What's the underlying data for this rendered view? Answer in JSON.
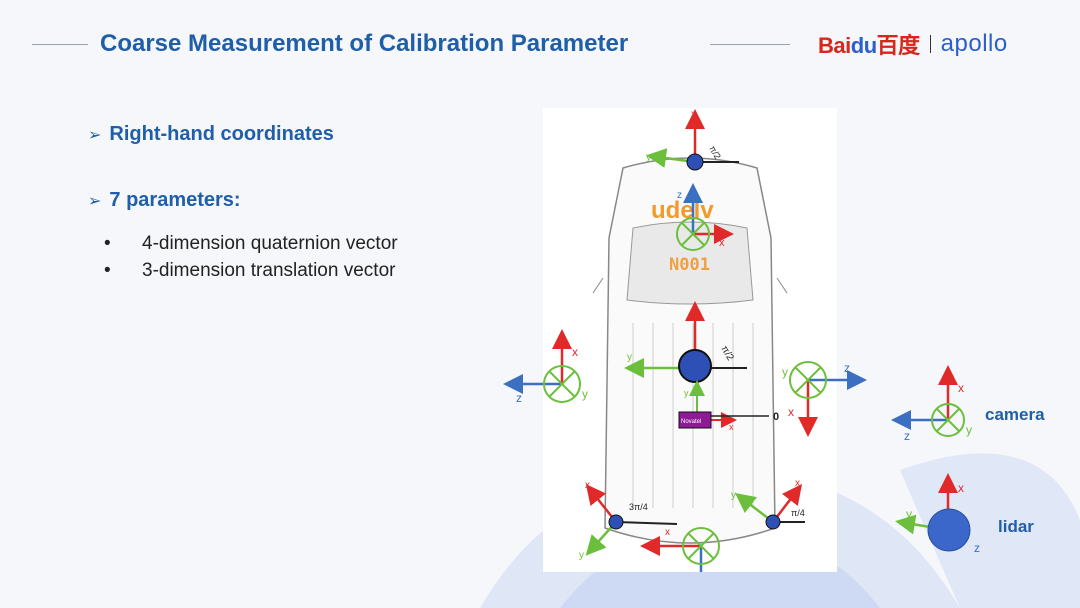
{
  "header": {
    "title": "Coarse Measurement of Calibration Parameter",
    "logo_baidu": "Bai",
    "logo_du": "du",
    "logo_cn": "百度",
    "logo_apollo": "apollo"
  },
  "content": {
    "bullet1": "Right-hand coordinates",
    "bullet2": "7 parameters:",
    "items": [
      "4-dimension quaternion vector",
      "3-dimension translation vector"
    ]
  },
  "figure": {
    "brand_text": "udelv",
    "vehicle_id": "N001",
    "gps_box_label": "Novatel",
    "origin_label": "0",
    "angle_top": "π/2",
    "angle_center": "π/2",
    "angle_rear_left": "3π/4",
    "angle_rear_right": "π/4",
    "axis_x": "x",
    "axis_y": "y",
    "axis_z": "z"
  },
  "legend": {
    "camera_label": "camera",
    "lidar_label": "lidar"
  },
  "colors": {
    "title": "#1f5ea8",
    "axis_x": "#e02a2a",
    "axis_y": "#6cbf3c",
    "axis_z": "#3a6fc2",
    "lidar": "#3a67c9",
    "novatel": "#8e1a96"
  }
}
